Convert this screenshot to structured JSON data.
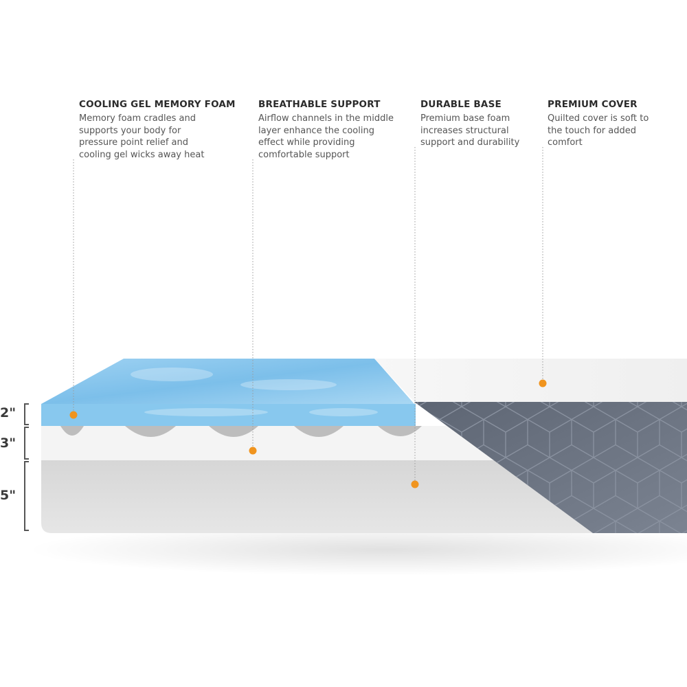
{
  "features": [
    {
      "id": "cooling-gel",
      "title": "COOLING GEL MEMORY FOAM",
      "description": "Memory foam cradles and\nsupports your body for\npressure point relief and\ncooling gel wicks away heat"
    },
    {
      "id": "breathable",
      "title": "BREATHABLE SUPPORT",
      "description": "Airflow channels in the middle\nlayer enhance the cooling\neffect while providing\ncomfortable support"
    },
    {
      "id": "durable",
      "title": "DURABLE BASE",
      "description": "Premium base foam\nincreases structural\nsupport and durability"
    },
    {
      "id": "cover",
      "title": "PREMIUM COVER",
      "description": "Quilted cover is soft to\nthe touch for added\ncomfort"
    }
  ],
  "layers": {
    "top": "2\"",
    "middle": "3\"",
    "base": "5\""
  },
  "colors": {
    "marker": "#f0941e",
    "gel_blue": "#7fc1ea",
    "cover_grey": "#6b7482",
    "foam_white": "#f3f3f3",
    "base_grey": "#dcdcdc"
  }
}
